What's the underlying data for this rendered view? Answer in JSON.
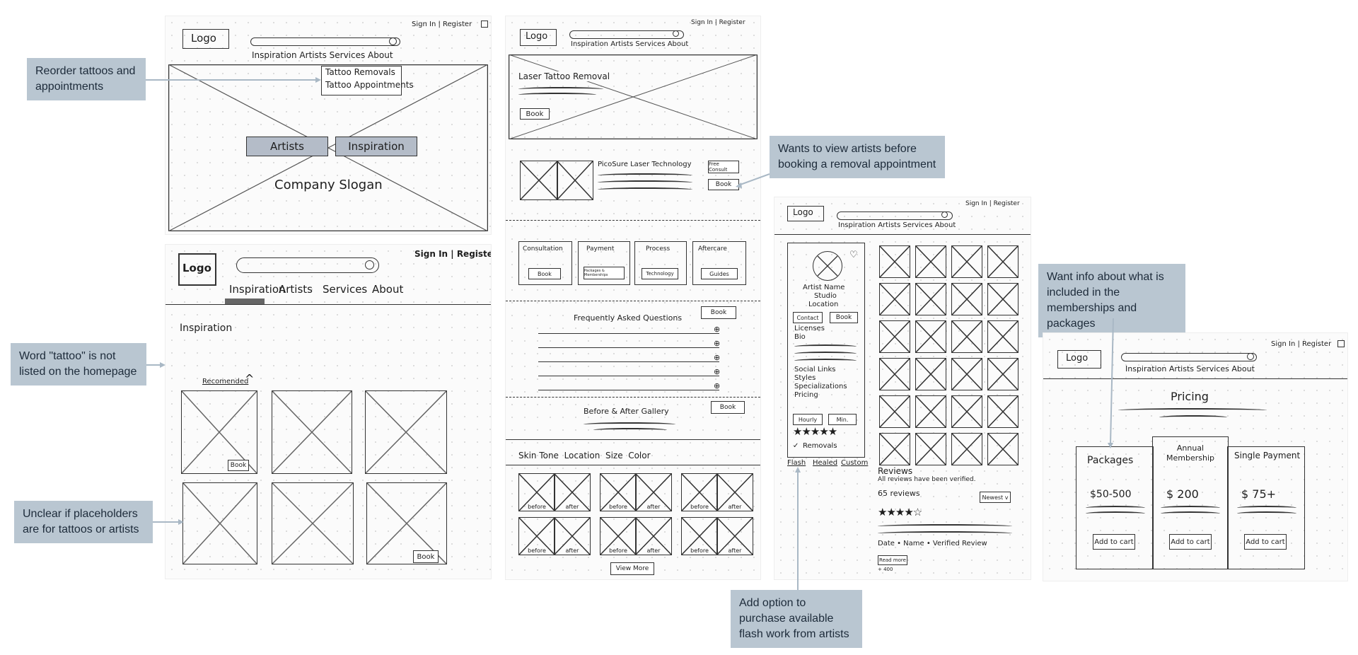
{
  "callouts": {
    "reorder": "Reorder tattoos and appointments",
    "word_tattoo": "Word \"tattoo\" is not listed on the homepage",
    "placeholders": "Unclear if placeholders are for tattoos or artists",
    "view_artists": "Wants to view artists before booking a removal appointment",
    "flash_work": "Add option to purchase available flash work from artists",
    "memberships": "Want info about what is included in the memberships and packages"
  },
  "common": {
    "logo": "Logo",
    "sign_in": "Sign In | Register",
    "nav": "Inspiration Artists Services About",
    "book": "Book"
  },
  "home1": {
    "nav": "Inspiration Artists Services About",
    "dropdown": [
      "Tattoo Removals",
      "Tattoo Appointments"
    ],
    "btn_artists": "Artists",
    "btn_inspiration": "Inspiration",
    "slogan": "Company Slogan"
  },
  "inspo": {
    "sign_in": "Sign In | Register",
    "nav": [
      "Inspiration",
      "Artists",
      "Services",
      "About"
    ],
    "heading": "Inspiration",
    "recommended": "Recomended",
    "book": "Book"
  },
  "removal": {
    "sign_in": "Sign In | Register",
    "hero_title": "Laser Tattoo Removal",
    "hero_book": "Book",
    "tech_title": "PicoSure Laser Technology",
    "free_consult": "Free Consult",
    "book": "Book",
    "cards": [
      {
        "title": "Consultation",
        "btn": "Book"
      },
      {
        "title": "Payment",
        "btn": "Packages & Memberships"
      },
      {
        "title": "Process",
        "btn": "Technology"
      },
      {
        "title": "Aftercare",
        "btn": "Guides"
      }
    ],
    "faq_title": "Frequently Asked Questions",
    "faq_book": "Book",
    "gallery_title": "Before & After Gallery",
    "gallery_book": "Book",
    "filters": "Skin Tone  Location  Size  Color",
    "before": "before",
    "after": "after",
    "view_more": "View More"
  },
  "artist": {
    "sign_in": "Sign In | Register",
    "name": "Artist Name",
    "studio": "Studio",
    "location": "Location",
    "contact": "Contact",
    "book": "Book",
    "licenses": "Licenses",
    "bio": "Bio",
    "social": "Social Links",
    "styles": "Styles",
    "specializations": "Specializations",
    "pricing": "Pricing",
    "hourly": "Hourly",
    "min": "Min.",
    "removals": "Removals",
    "tabs": [
      "Flash",
      "Healed",
      "Custom"
    ],
    "reviews": "Reviews",
    "verified": "All reviews have been verified.",
    "count": "65 reviews",
    "sort": "Newest",
    "review_meta": "Date • Name • Verified Review",
    "read_more": "Read more",
    "more": "+ 400"
  },
  "pricing": {
    "sign_in": "Sign In | Register",
    "title": "Pricing",
    "columns": [
      {
        "name": "Packages",
        "price": "$50-500",
        "btn": "Add to cart"
      },
      {
        "name": "Annual Membership",
        "price": "$ 200",
        "btn": "Add to cart"
      },
      {
        "name": "Single Payment",
        "price": "$ 75+",
        "btn": "Add to cart"
      }
    ]
  }
}
